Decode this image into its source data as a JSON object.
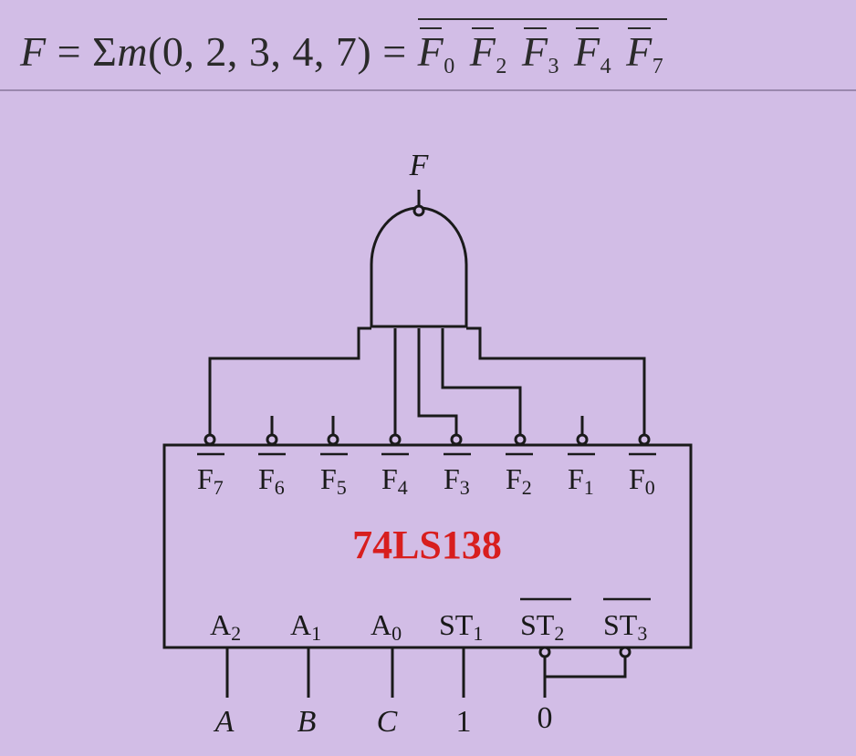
{
  "formula": {
    "lhs": "F",
    "eq1": "=",
    "sigma": "Σ",
    "m": "m",
    "minterms": "(0, 2, 3, 4, 7)",
    "eq2": "=",
    "terms": [
      {
        "sym": "F",
        "sub": "0"
      },
      {
        "sym": "F",
        "sub": "2"
      },
      {
        "sym": "F",
        "sub": "3"
      },
      {
        "sym": "F",
        "sub": "4"
      },
      {
        "sym": "F",
        "sub": "7"
      }
    ]
  },
  "gate": {
    "output_label": "F"
  },
  "decoder": {
    "name": "74LS138",
    "outputs": [
      {
        "sym": "F",
        "sub": "7"
      },
      {
        "sym": "F",
        "sub": "6"
      },
      {
        "sym": "F",
        "sub": "5"
      },
      {
        "sym": "F",
        "sub": "4"
      },
      {
        "sym": "F",
        "sub": "3"
      },
      {
        "sym": "F",
        "sub": "2"
      },
      {
        "sym": "F",
        "sub": "1"
      },
      {
        "sym": "F",
        "sub": "0"
      }
    ],
    "inputs": [
      {
        "sym": "A",
        "sub": "2",
        "bar": false
      },
      {
        "sym": "A",
        "sub": "1",
        "bar": false
      },
      {
        "sym": "A",
        "sub": "0",
        "bar": false
      },
      {
        "sym": "ST",
        "sub": "1",
        "bar": false
      },
      {
        "sym": "ST",
        "sub": "2",
        "bar": true
      },
      {
        "sym": "ST",
        "sub": "3",
        "bar": true
      }
    ],
    "input_signals": [
      "A",
      "B",
      "C",
      "1",
      "0"
    ]
  },
  "colors": {
    "background": "#d2bde6",
    "chip_name": "#d81e1e",
    "line": "#1a1a1a"
  }
}
